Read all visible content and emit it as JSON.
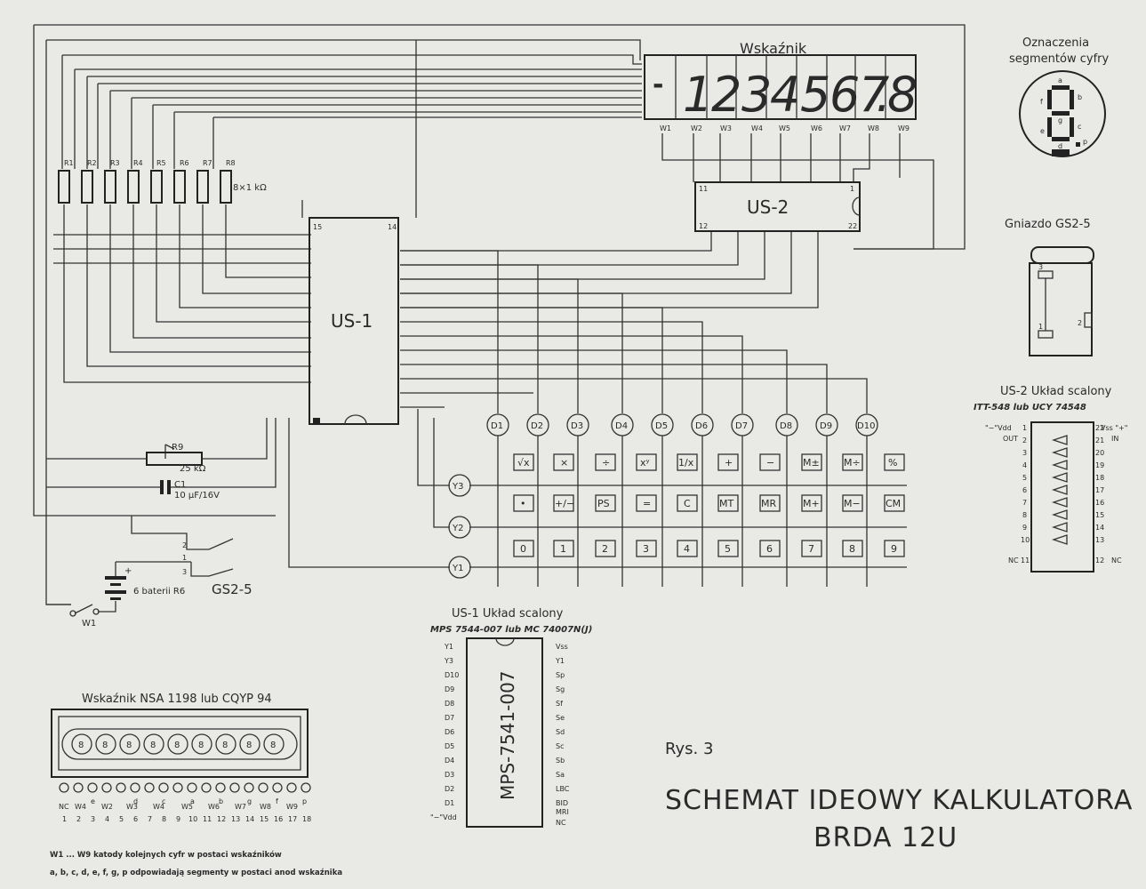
{
  "display": {
    "title": "Wskaźnik",
    "minus": "-",
    "digits": [
      "1",
      "2",
      "3",
      "4",
      "5",
      "6",
      "7",
      "8"
    ],
    "dp": ".",
    "cathodes": [
      "W1",
      "W2",
      "W3",
      "W4",
      "W5",
      "W6",
      "W7",
      "W8",
      "W9"
    ]
  },
  "segments": {
    "title_line1": "Oznaczenia",
    "title_line2": "segmentów cyfry",
    "letters": [
      "a",
      "b",
      "c",
      "d",
      "e",
      "f",
      "g",
      "p"
    ]
  },
  "resistors": {
    "names": [
      "R1",
      "R2",
      "R3",
      "R4",
      "R5",
      "R6",
      "R7",
      "R8"
    ],
    "value": "8×1 kΩ",
    "r9_name": "R9",
    "r9_value": "25 kΩ",
    "c1_name": "C1",
    "c1_value": "10 μF/16V"
  },
  "chips": {
    "us1": "US-1",
    "us1_pin_tl": "15",
    "us1_pin_tr": "14",
    "us2": "US-2",
    "us2_pin_tl": "11",
    "us2_pin_tr": "1",
    "us2_pin_bl": "12",
    "us2_pin_br": "22"
  },
  "power": {
    "battery": "6 baterii R6",
    "switch": "W1",
    "socket": "GS2-5",
    "plus": "+",
    "pins": [
      "2",
      "1",
      "3"
    ]
  },
  "keyboard": {
    "columns": [
      "D1",
      "D2",
      "D3",
      "D4",
      "D5",
      "D6",
      "D7",
      "D8",
      "D9",
      "D10"
    ],
    "rows": [
      "Y3",
      "Y2",
      "Y1"
    ],
    "keys_y3": [
      "√x",
      "×",
      "÷",
      "xʸ",
      "1/x",
      "+",
      "−",
      "M±",
      "M÷",
      "%"
    ],
    "keys_y2": [
      "•",
      "+/−",
      "PS",
      "=",
      "C",
      "MT",
      "MR",
      "M+",
      "M−",
      "CM"
    ],
    "keys_y1": [
      "0",
      "1",
      "2",
      "3",
      "4",
      "5",
      "6",
      "7",
      "8",
      "9"
    ]
  },
  "gniazdo": {
    "title": "Gniazdo GS2-5",
    "pins": [
      "3",
      "2",
      "1"
    ]
  },
  "us2_pinout": {
    "title_line1": "US-2 Układ scalony",
    "title_line2": "ITT-548 lub UCY 74548",
    "vdd": "\"−\"Vdd",
    "vss": "Vss \"+\"",
    "out": "OUT",
    "in": "IN",
    "nc": "NC",
    "left_pins": [
      "1",
      "2",
      "3",
      "4",
      "5",
      "6",
      "7",
      "8",
      "9",
      "10",
      "11"
    ],
    "right_pins": [
      "22",
      "21",
      "20",
      "19",
      "18",
      "17",
      "16",
      "15",
      "14",
      "13",
      "12"
    ]
  },
  "us1_pinout": {
    "title_line1": "US-1 Układ scalony",
    "title_line2": "MPS 7544-007 lub MC 74007N(J)",
    "chip_label": "MPS-7541-007",
    "left_pins": [
      "Y1",
      "Y3",
      "D10",
      "D9",
      "D8",
      "D7",
      "D6",
      "D5",
      "D4",
      "D3",
      "D2",
      "D1",
      "\"−\"Vdd"
    ],
    "right_pins": [
      "Vss",
      "Y1",
      "Sp",
      "Sg",
      "Sf",
      "Se",
      "Sd",
      "Sc",
      "Sb",
      "Sa",
      "LBC",
      "BID",
      "MRI",
      "NC"
    ]
  },
  "nsa": {
    "title": "Wskaźnik NSA 1198 lub CQYP 94",
    "digit_glyph": "8",
    "digit_count": 9,
    "pin_labels": [
      "NC",
      "W4",
      "e",
      "W2",
      "W3",
      "d",
      "W4",
      "c",
      "W5",
      "a",
      "W6",
      "b",
      "W7",
      "g",
      "W8",
      "f",
      "W9",
      "p"
    ],
    "pin_numbers": [
      "1",
      "2",
      "3",
      "4",
      "5",
      "6",
      "7",
      "8",
      "9",
      "10",
      "11",
      "12",
      "13",
      "14",
      "15",
      "16",
      "17",
      "18"
    ],
    "note_line1": "W1 ... W9 katody kolejnych cyfr w postaci wskaźników",
    "note_line2": "a, b, c, d, e, f, g, p odpowiadają segmenty w postaci anod wskaźnika"
  },
  "caption": {
    "rys": "Rys. 3",
    "title_line1": "SCHEMAT IDEOWY KALKULATORA",
    "title_line2": "BRDA 12U"
  }
}
